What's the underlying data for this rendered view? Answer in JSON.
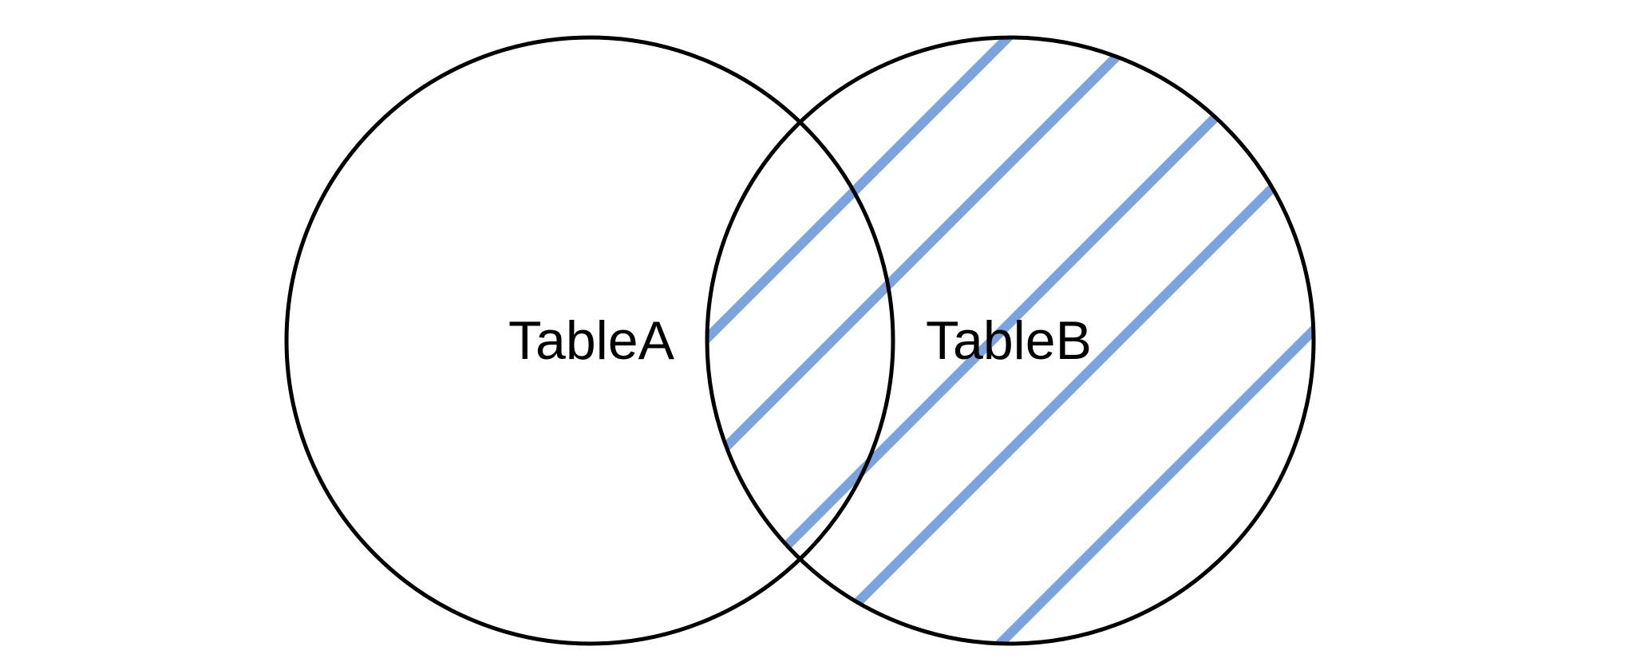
{
  "diagram": {
    "type": "venn",
    "sets": [
      {
        "id": "A",
        "label": "TableA"
      },
      {
        "id": "B",
        "label": "TableB"
      }
    ],
    "highlighted_set": "B",
    "hatch_color": "#7BA4DF",
    "outline_color": "#000000",
    "background_color": "#FFFFFF"
  }
}
